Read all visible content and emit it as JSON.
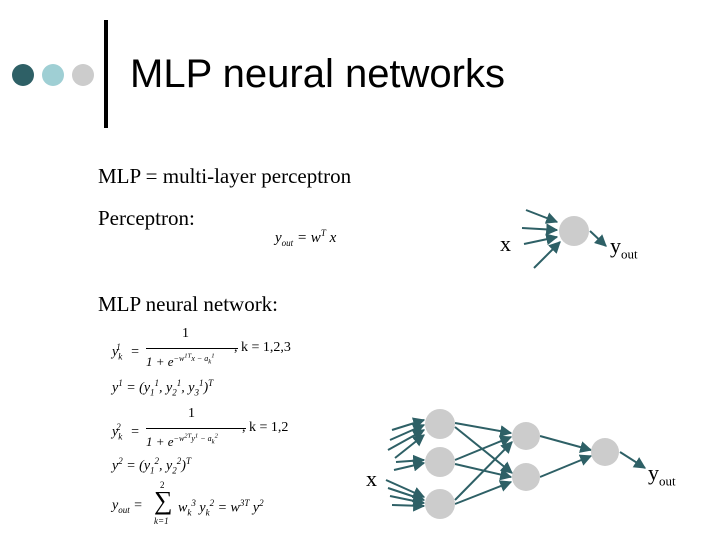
{
  "slide": {
    "title": "MLP neural networks",
    "definition": "MLP = multi-layer perceptron",
    "perceptron_label": "Perceptron:",
    "perceptron_formula": "y_out = w^T x",
    "perceptron_input": "x",
    "perceptron_output": "y",
    "perceptron_output_sub": "out",
    "mlp_label": "MLP neural network:",
    "mlp_input": "x",
    "mlp_output": "y",
    "mlp_output_sub": "out"
  },
  "equations": {
    "eq1_frac_num": "1",
    "eq1_k": ", k = 1,2,3",
    "eq2_k": ", k = 1,2",
    "eq3_frac_num": "1"
  },
  "colors": {
    "accent_dark": "#2e6066",
    "accent_light": "#9fcfd4",
    "node_gray": "#cccccc",
    "arrow": "#2e6066"
  }
}
